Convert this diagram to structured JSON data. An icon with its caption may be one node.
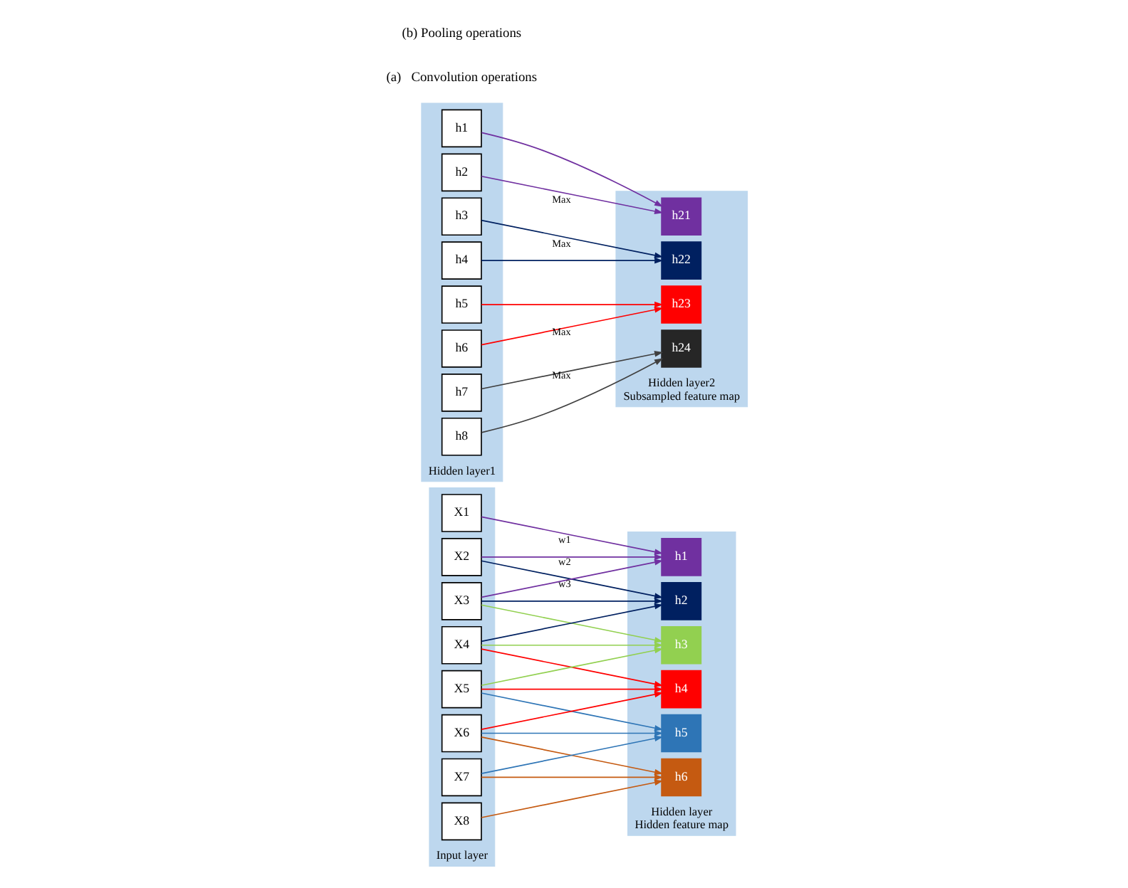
{
  "diagram": {
    "nodes": [
      {
        "text": [
          "Input layer"
        ]
      },
      {
        "text": [
          "X1"
        ],
        "in": 0
      },
      {
        "text": [
          "X2"
        ],
        "in": 0
      },
      {
        "text": [
          "X3"
        ],
        "in": 0
      },
      {
        "text": [
          "X4"
        ],
        "in": 0
      },
      {
        "text": [
          "X5"
        ],
        "in": 0
      },
      {
        "text": [
          "X6"
        ],
        "in": 0
      },
      {
        "text": [
          "X7"
        ],
        "in": 0
      },
      {
        "text": [
          "X8"
        ],
        "in": 0
      },
      {
        "text": [
          "Hidden layer",
          "Hidden feature map"
        ]
      },
      {
        "text": [
          "h1"
        ],
        "in": 9
      },
      {
        "text": [
          "h2"
        ],
        "in": 9
      },
      {
        "text": [
          "h3"
        ],
        "in": 9
      },
      {
        "text": [
          "h4"
        ],
        "in": 9
      },
      {
        "text": [
          "h5"
        ],
        "in": 9
      },
      {
        "text": [
          "h6"
        ],
        "in": 9
      },
      {
        "text": [
          "Hidden layer1"
        ]
      },
      {
        "text": [
          "h1"
        ],
        "in": 16
      },
      {
        "text": [
          "h2"
        ],
        "in": 16
      },
      {
        "text": [
          "h3"
        ],
        "in": 16
      },
      {
        "text": [
          "h4"
        ],
        "in": 16
      },
      {
        "text": [
          "h5"
        ],
        "in": 16
      },
      {
        "text": [
          "h6"
        ],
        "in": 16
      },
      {
        "text": [
          "h7"
        ],
        "in": 16
      },
      {
        "text": [
          "h8"
        ],
        "in": 16
      },
      {
        "text": [
          "Hidden layer2",
          "Subsampled feature map"
        ]
      },
      {
        "text": [
          "h21"
        ],
        "in": 25
      },
      {
        "text": [
          "h22"
        ],
        "in": 25
      },
      {
        "text": [
          "h23"
        ],
        "in": 25
      },
      {
        "text": [
          "h24"
        ],
        "in": 25
      }
    ],
    "edges": [
      {
        "from": 1,
        "to": 10,
        "arrow": "to",
        "label": "w1",
        "color": "#7030a0"
      },
      {
        "from": 2,
        "to": 10,
        "arrow": "to",
        "label": "w2",
        "color": "#7030a0"
      },
      {
        "from": 3,
        "to": 10,
        "arrow": "to",
        "label": "w3",
        "color": "#7030a0"
      },
      {
        "from": 2,
        "to": 11,
        "arrow": "to",
        "color": "#002060"
      },
      {
        "from": 3,
        "to": 11,
        "arrow": "to",
        "color": "#002060"
      },
      {
        "from": 4,
        "to": 11,
        "arrow": "to",
        "color": "#002060"
      },
      {
        "from": 3,
        "to": 12,
        "arrow": "to",
        "color": "#92d050"
      },
      {
        "from": 4,
        "to": 12,
        "arrow": "to",
        "color": "#92d050"
      },
      {
        "from": 5,
        "to": 12,
        "arrow": "to",
        "color": "#92d050"
      },
      {
        "from": 4,
        "to": 13,
        "arrow": "to",
        "color": "#ff0000"
      },
      {
        "from": 5,
        "to": 13,
        "arrow": "to",
        "color": "#ff0000"
      },
      {
        "from": 6,
        "to": 13,
        "arrow": "to",
        "color": "#ff0000"
      },
      {
        "from": 5,
        "to": 14,
        "arrow": "to",
        "color": "#2e75b6"
      },
      {
        "from": 6,
        "to": 14,
        "arrow": "to",
        "color": "#2e75b6"
      },
      {
        "from": 7,
        "to": 14,
        "arrow": "to",
        "color": "#2e75b6"
      },
      {
        "from": 6,
        "to": 15,
        "arrow": "to",
        "color": "#c55a11"
      },
      {
        "from": 7,
        "to": 15,
        "arrow": "to",
        "color": "#c55a11"
      },
      {
        "from": 8,
        "to": 15,
        "arrow": "to",
        "color": "#c55a11"
      },
      {
        "from": 17,
        "to": 26,
        "arrow": "to",
        "color": "#7030a0"
      },
      {
        "from": 18,
        "to": 26,
        "arrow": "to",
        "label": "Max",
        "color": "#7030a0"
      },
      {
        "from": 19,
        "to": 27,
        "arrow": "to",
        "label": "Max",
        "color": "#002060"
      },
      {
        "from": 20,
        "to": 27,
        "arrow": "to",
        "color": "#002060"
      },
      {
        "from": 21,
        "to": 28,
        "arrow": "to",
        "color": "#ff0000"
      },
      {
        "from": 22,
        "to": 28,
        "arrow": "to",
        "label": "Max",
        "color": "#ff0000"
      },
      {
        "from": 23,
        "to": 29,
        "arrow": "to",
        "label": "Max",
        "color": "#404040"
      },
      {
        "from": 24,
        "to": 29,
        "arrow": "to",
        "color": "#404040"
      }
    ],
    "labels": [
      "(a)   Convolution operations",
      "(b) Pooling operations"
    ]
  }
}
